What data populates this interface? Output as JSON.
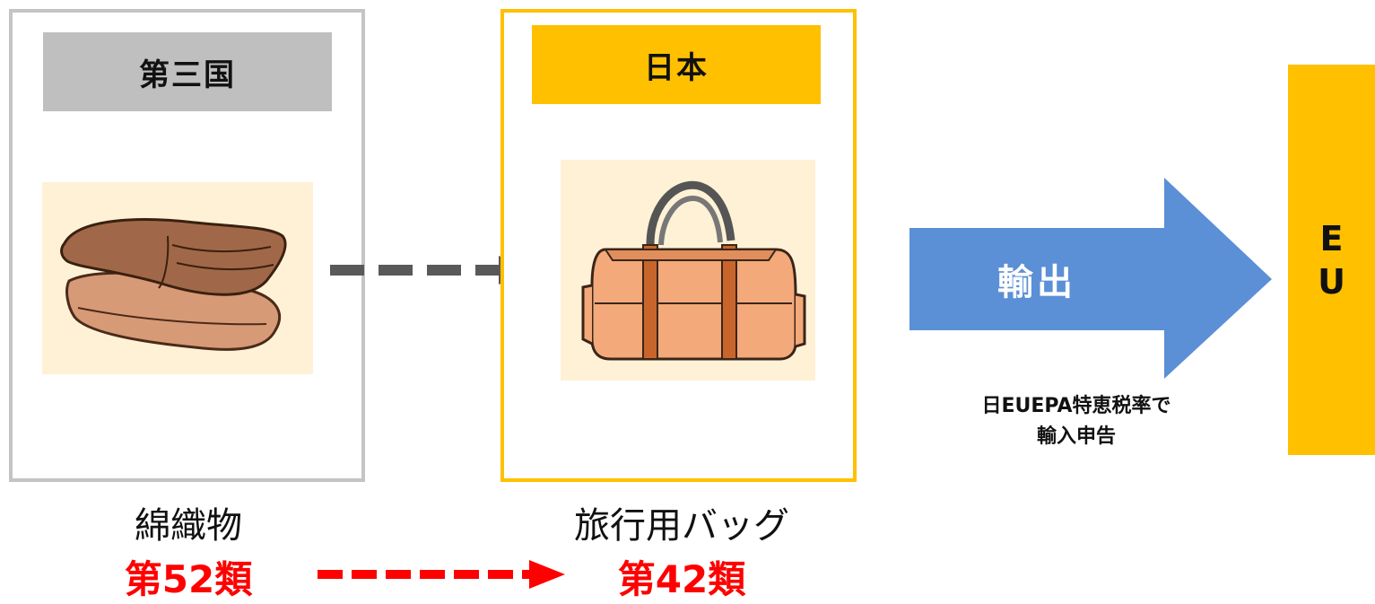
{
  "third_country": {
    "header": "第三国",
    "item_label": "綿織物",
    "hs_chapter": "第52類",
    "illustration": "folded-cloth-icon"
  },
  "japan": {
    "header": "日本",
    "item_label": "旅行用バッグ",
    "hs_chapter": "第42類",
    "illustration": "travel-bag-icon"
  },
  "export_arrow": {
    "label": "輸出"
  },
  "import_caption": {
    "line1": "日EUEPA特恵税率で",
    "line2": "輸入申告"
  },
  "destination": {
    "line1": "E",
    "line2": "U"
  },
  "colors": {
    "third_country_border": "#c4c4c4",
    "third_country_header": "#bfbfbf",
    "japan_border": "#ffc000",
    "japan_header": "#ffc000",
    "eu_bar": "#ffc000",
    "export_arrow": "#5b8fd6",
    "chapter_text": "#ff0000",
    "illustration_bg": "#fff1d6",
    "dashed_arrow_gray": "#595959"
  }
}
